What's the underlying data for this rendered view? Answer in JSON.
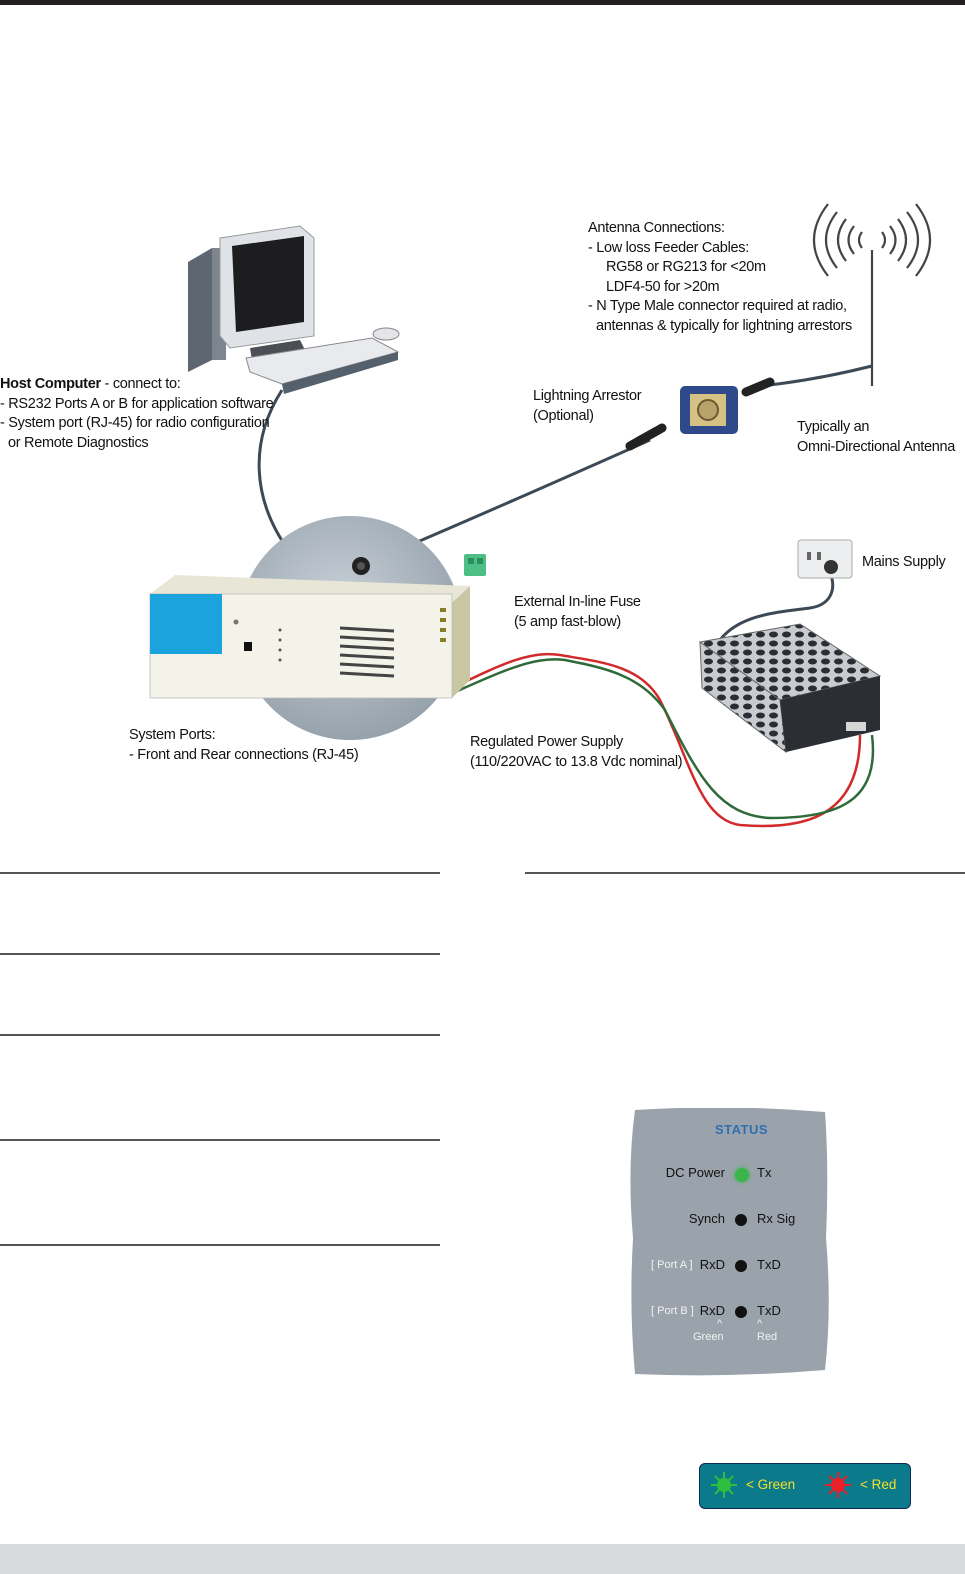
{
  "labels": {
    "antenna": {
      "lines": [
        "Antenna Connections:",
        "- Low loss Feeder Cables:",
        "RG58 or RG213 for <20m",
        "LDF4-50 for >20m",
        "- N Type Male connector required at radio,",
        "antennas & typically for lightning arrestors"
      ]
    },
    "host_computer": {
      "title": "Host Computer",
      "title_suffix": " - connect to:",
      "lines": [
        "- RS232 Ports A or B for application software",
        "- System port (RJ-45) for radio configuration",
        "or Remote Diagnostics"
      ]
    },
    "lightning": {
      "lines": [
        "Lightning Arrestor",
        "(Optional)"
      ]
    },
    "omni": {
      "lines": [
        "Typically an",
        "Omni-Directional Antenna"
      ]
    },
    "mains": "Mains Supply",
    "fuse": {
      "lines": [
        "External In-line Fuse",
        "(5 amp fast-blow)"
      ]
    },
    "system_ports": {
      "lines": [
        "System Ports:",
        "- Front and Rear connections (RJ-45)"
      ]
    },
    "power_supply": {
      "lines": [
        "Regulated Power Supply",
        "(110/220VAC to 13.8 Vdc nominal)"
      ]
    }
  },
  "status_panel": {
    "title": "STATUS",
    "rows": [
      {
        "left": "DC Power",
        "right": "Tx"
      },
      {
        "left": "Synch",
        "right": "Rx Sig"
      },
      {
        "port": "[ Port A ]",
        "left": "RxD",
        "right": "TxD"
      },
      {
        "port": "[ Port B ]",
        "left": "RxD",
        "right": "TxD"
      }
    ],
    "caret": "^",
    "green_label": "Green",
    "red_label": "Red",
    "led_on_color": "#39b54a"
  },
  "legend": {
    "green": "< Green",
    "red": "< Red",
    "green_color": "#2fbf3f",
    "red_color": "#e8202a"
  },
  "colors": {
    "box_blue": "#1aa3dc",
    "cable": "#3d4a55",
    "red_wire": "#d22a2a",
    "legend_bg": "#0b7a8a"
  }
}
